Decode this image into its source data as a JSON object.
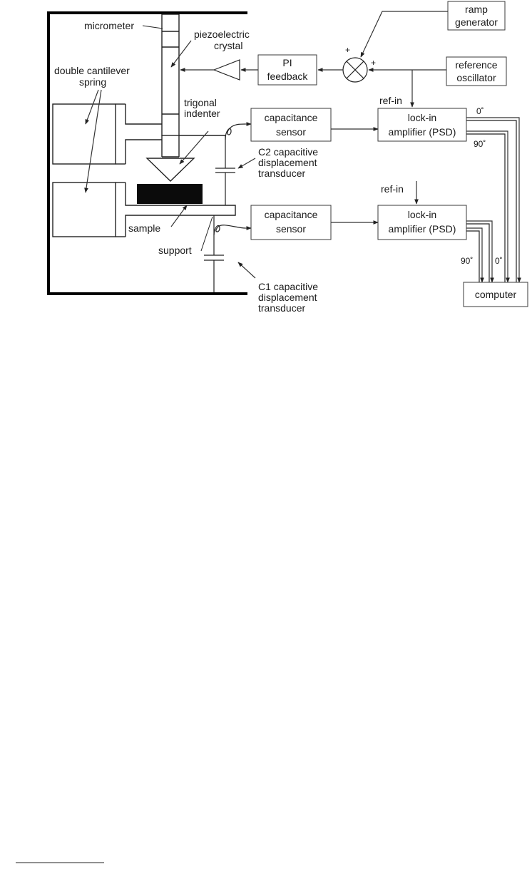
{
  "labels": {
    "micrometer": "micrometer",
    "piezo_line1": "piezoelectric",
    "piezo_line2": "crystal",
    "spring_line1": "double cantilever",
    "spring_line2": "spring",
    "indenter_line1": "trigonal",
    "indenter_line2": "indenter",
    "c2_line1": "C2  capacitive",
    "c2_line2": "displacement",
    "c2_line3": "transducer",
    "sample": "sample",
    "support": "support",
    "c1_line1": "C1  capacitive",
    "c1_line2": "displacement",
    "c1_line3": "transducer"
  },
  "boxes": {
    "ramp_line1": "ramp",
    "ramp_line2": "generator",
    "ref_line1": "reference",
    "ref_line2": "oscillator",
    "pi_line1": "PI",
    "pi_line2": "feedback",
    "cap1_line1": "capacitance",
    "cap1_line2": "sensor",
    "lockin1_line1": "lock-in",
    "lockin1_line2": "amplifier (PSD)",
    "cap2_line1": "capacitance",
    "cap2_line2": "sensor",
    "lockin2_line1": "lock-in",
    "lockin2_line2": "amplifier (PSD)",
    "computer": "computer"
  },
  "signals": {
    "plus_top": "+",
    "plus_right": "+",
    "refin_top": "ref-in",
    "refin_bottom": "ref-in",
    "phase_0_top": "0˚",
    "phase_90_top": "90˚",
    "phase_90_bottom": "90˚",
    "phase_0_bottom": "0˚"
  }
}
